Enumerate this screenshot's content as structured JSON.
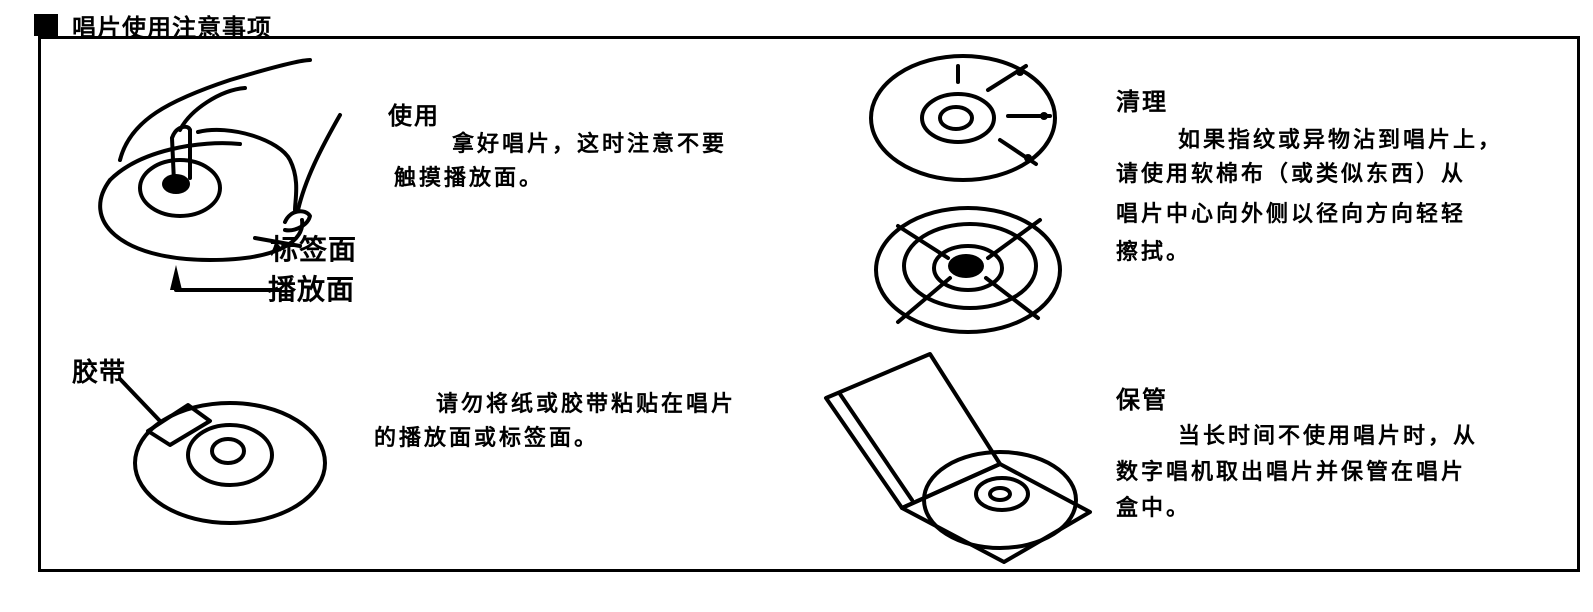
{
  "header": {
    "bullet_icon": "square-bullet",
    "title": "唱片使用注意事项"
  },
  "sections": {
    "use": {
      "heading": "使用",
      "text_line1": "拿好唱片，这时注意不要",
      "text_line2": "触摸播放面。",
      "label_side": "标签面",
      "play_side": "播放面",
      "illustration": "hand-holding-disc"
    },
    "tape": {
      "label": "胶带",
      "text_line1": "请勿将纸或胶带粘贴在唱片",
      "text_line2": "的播放面或标签面。",
      "illustration": "disc-with-tape"
    },
    "clean": {
      "heading": "清理",
      "lines": [
        "如果指纹或异物沾到唱片上，",
        "请使用软棉布（或类似东西）从",
        "唱片中心向外侧以径向方向轻轻",
        "擦拭。"
      ],
      "illustrations": [
        "disc-radial-wipe-correct",
        "disc-circular-wipe"
      ]
    },
    "storage": {
      "heading": "保管",
      "lines": [
        "当长时间不使用唱片时，从",
        "数字唱机取出唱片并保管在唱片",
        "盒中。"
      ],
      "illustration": "disc-in-open-case"
    }
  }
}
